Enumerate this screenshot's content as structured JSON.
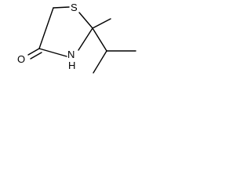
{
  "molecule": {
    "atoms": {
      "S": "S",
      "N": "N",
      "H": "H",
      "O": "O"
    },
    "colors": {
      "bond": "#000000",
      "text": "#000000",
      "background": "#ffffff"
    }
  }
}
